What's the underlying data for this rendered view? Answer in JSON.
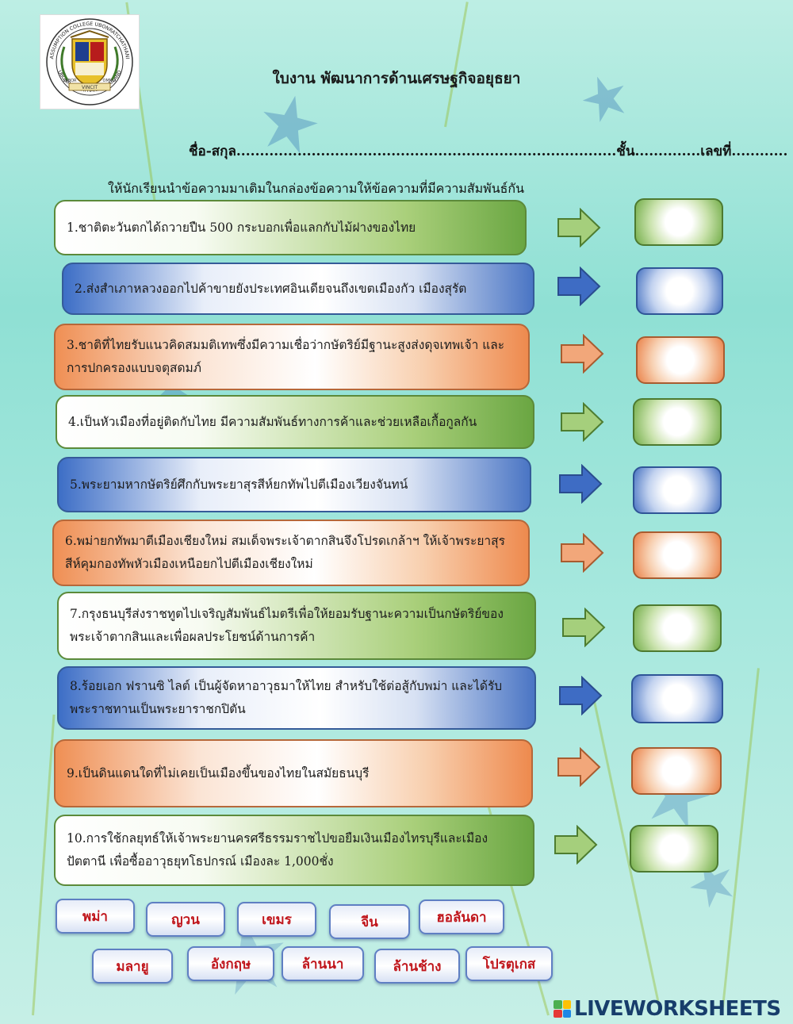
{
  "header": {
    "title": "ใบงาน พัฒนาการด้านเศรษฐกิจอยุธยา",
    "name_line": "ชื่อ-สกุล.................................................................................ชั้น..............เลขที่............",
    "instruction": "ให้นักเรียนนำข้อความมาเติมในกล่องข้อความให้ข้อความที่มีความสัมพันธ์กัน"
  },
  "logo": {
    "top_text": "ASSUMPTION COLLEGE UBONRATCHATHANI",
    "bottom_text": "UBONRATCHATHANI · THAILAND",
    "motto_left": "LABOR",
    "motto_right": "OMNIA",
    "banner": "VINCIT"
  },
  "questions": [
    {
      "text": "1.ชาติตะวันตกได้ถวายปืน 500 กระบอกเพื่อแลกกับไม้ฝางของไทย",
      "color": "green"
    },
    {
      "text": "2.ส่งสำเภาหลวงออกไปค้าขายยังประเทศอินเดียจนถึงเขตเมืองกัว เมืองสุรัต",
      "color": "blue"
    },
    {
      "text": "3.ชาติที่ไทยรับแนวคิดสมมติเทพซึ่งมีความเชื่อว่ากษัตริย์มีฐานะสูงส่งดุจเทพเจ้า และการปกครองแบบจตุสดมภ์",
      "color": "orange"
    },
    {
      "text": "4.เป็นหัวเมืองที่อยู่ติดกับไทย มีความสัมพันธ์ทางการค้าและช่วยเหลือเกื้อกูลกัน",
      "color": "green"
    },
    {
      "text": "5.พระยามหากษัตริย์ศึกกับพระยาสุรสีห์ยกทัพไปตีเมืองเวียงจันทน์",
      "color": "blue"
    },
    {
      "text": "6.พม่ายกทัพมาตีเมืองเชียงใหม่ สมเด็จพระเจ้าตากสินจึงโปรดเกล้าฯ ให้เจ้าพระยาสุรสีห์คุมกองทัพหัวเมืองเหนือยกไปตีเมืองเชียงใหม่",
      "color": "orange"
    },
    {
      "text": "7.กรุงธนบุรีส่งราชทูตไปเจริญสัมพันธ์ไมตรีเพื่อให้ยอมรับฐานะความเป็นกษัตริย์ของพระเจ้าตากสินและเพื่อผลประโยชน์ด้านการค้า",
      "color": "green"
    },
    {
      "text": "8.ร้อยเอก ฟรานซิ ไลต์ เป็นผู้จัดหาอาวุธมาให้ไทย สำหรับใช้ต่อสู้กับพม่า และได้รับพระราชทานเป็นพระยาราชกปิตัน",
      "color": "blue"
    },
    {
      "text": "9.เป็นดินแดนใดที่ไม่เคยเป็นเมืองขึ้นของไทยในสมัยธนบุรี",
      "color": "orange"
    },
    {
      "text": "10.การใช้กลยุทธ์ให้เจ้าพระยานครศรีธรรมราชไปขอยืมเงินเมืองไทรบุรีและเมืองปัตตานี เพื่อซื้ออาวุธยุทโธปกรณ์ เมืองละ 1,000ชั่ง",
      "color": "green"
    }
  ],
  "choices_row1": [
    "พม่า",
    "ญวน",
    "เขมร",
    "จีน",
    "ฮอลันดา"
  ],
  "choices_row2": [
    "มลายู",
    "อังกฤษ",
    "ล้านนา",
    "ล้านช้าง",
    "โปรตุเกส"
  ],
  "colors": {
    "green": "#6aa642",
    "blue": "#3d6ec6",
    "orange": "#ee8a4e",
    "choice_text": "#c0161c"
  },
  "branding": {
    "text": "LIVEWORKSHEETS"
  }
}
